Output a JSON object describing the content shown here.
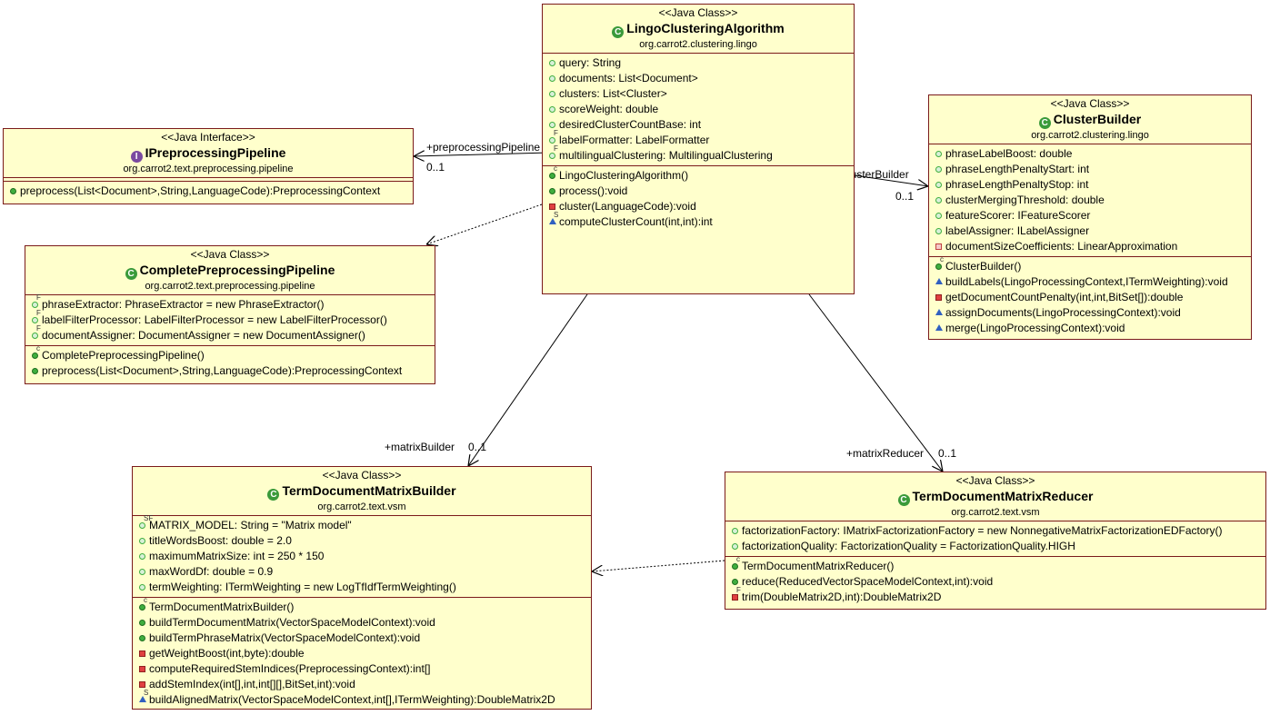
{
  "classes": {
    "lingo": {
      "stereotype": "<<Java Class>>",
      "name": "LingoClusteringAlgorithm",
      "package": "org.carrot2.clustering.lingo",
      "attributes": [
        "query: String",
        "documents: List<Document>",
        "clusters: List<Cluster>",
        "scoreWeight: double",
        "desiredClusterCountBase: int",
        "labelFormatter: LabelFormatter",
        "multilingualClustering: MultilingualClustering"
      ],
      "methods": [
        "LingoClusteringAlgorithm()",
        "process():void",
        "cluster(LanguageCode):void",
        "computeClusterCount(int,int):int"
      ]
    },
    "pipeline": {
      "stereotype": "<<Java Interface>>",
      "name": "IPreprocessingPipeline",
      "package": "org.carrot2.text.preprocessing.pipeline",
      "methods": [
        "preprocess(List<Document>,String,LanguageCode):PreprocessingContext"
      ]
    },
    "complete": {
      "stereotype": "<<Java Class>>",
      "name": "CompletePreprocessingPipeline",
      "package": "org.carrot2.text.preprocessing.pipeline",
      "attributes": [
        "phraseExtractor: PhraseExtractor = new PhraseExtractor()",
        "labelFilterProcessor: LabelFilterProcessor = new LabelFilterProcessor()",
        "documentAssigner: DocumentAssigner = new DocumentAssigner()"
      ],
      "methods": [
        "CompletePreprocessingPipeline()",
        "preprocess(List<Document>,String,LanguageCode):PreprocessingContext"
      ]
    },
    "cluster": {
      "stereotype": "<<Java Class>>",
      "name": "ClusterBuilder",
      "package": "org.carrot2.clustering.lingo",
      "attributes": [
        "phraseLabelBoost: double",
        "phraseLengthPenaltyStart: int",
        "phraseLengthPenaltyStop: int",
        "clusterMergingThreshold: double",
        "featureScorer: IFeatureScorer",
        "labelAssigner: ILabelAssigner",
        "documentSizeCoefficients: LinearApproximation"
      ],
      "methods": [
        "ClusterBuilder()",
        "buildLabels(LingoProcessingContext,ITermWeighting):void",
        "getDocumentCountPenalty(int,int,BitSet[]):double",
        "assignDocuments(LingoProcessingContext):void",
        "merge(LingoProcessingContext):void"
      ]
    },
    "builder": {
      "stereotype": "<<Java Class>>",
      "name": "TermDocumentMatrixBuilder",
      "package": "org.carrot2.text.vsm",
      "attributes": [
        "MATRIX_MODEL: String = \"Matrix model\"",
        "titleWordsBoost: double = 2.0",
        "maximumMatrixSize: int = 250 * 150",
        "maxWordDf: double = 0.9",
        "termWeighting: ITermWeighting = new LogTfIdfTermWeighting()"
      ],
      "methods": [
        "TermDocumentMatrixBuilder()",
        "buildTermDocumentMatrix(VectorSpaceModelContext):void",
        "buildTermPhraseMatrix(VectorSpaceModelContext):void",
        "getWeightBoost(int,byte):double",
        "computeRequiredStemIndices(PreprocessingContext):int[]",
        "addStemIndex(int[],int,int[][],BitSet,int):void",
        "buildAlignedMatrix(VectorSpaceModelContext,int[],ITermWeighting):DoubleMatrix2D"
      ]
    },
    "reducer": {
      "stereotype": "<<Java Class>>",
      "name": "TermDocumentMatrixReducer",
      "package": "org.carrot2.text.vsm",
      "attributes": [
        "factorizationFactory: IMatrixFactorizationFactory = new NonnegativeMatrixFactorizationEDFactory()",
        "factorizationQuality: FactorizationQuality = FactorizationQuality.HIGH"
      ],
      "methods": [
        "TermDocumentMatrixReducer()",
        "reduce(ReducedVectorSpaceModelContext,int):void",
        "trim(DoubleMatrix2D,int):DoubleMatrix2D"
      ]
    }
  },
  "associations": {
    "preprocessing_role": "+preprocessingPipeline",
    "preprocessing_mult": "0..1",
    "cluster_role": "+clusterBuilder",
    "cluster_mult": "0..1",
    "builder_role": "+matrixBuilder",
    "builder_mult": "0..1",
    "reducer_role": "+matrixReducer",
    "reducer_mult": "0..1"
  },
  "modifiers": {
    "final": "F",
    "static": "S",
    "constructor": "c",
    "static_final": "SF"
  },
  "colors": {
    "class_fill": "#ffffcc",
    "class_border": "#7a1a1a",
    "public": "#3fae3f",
    "private": "#e04040",
    "package": "#3060c0"
  }
}
